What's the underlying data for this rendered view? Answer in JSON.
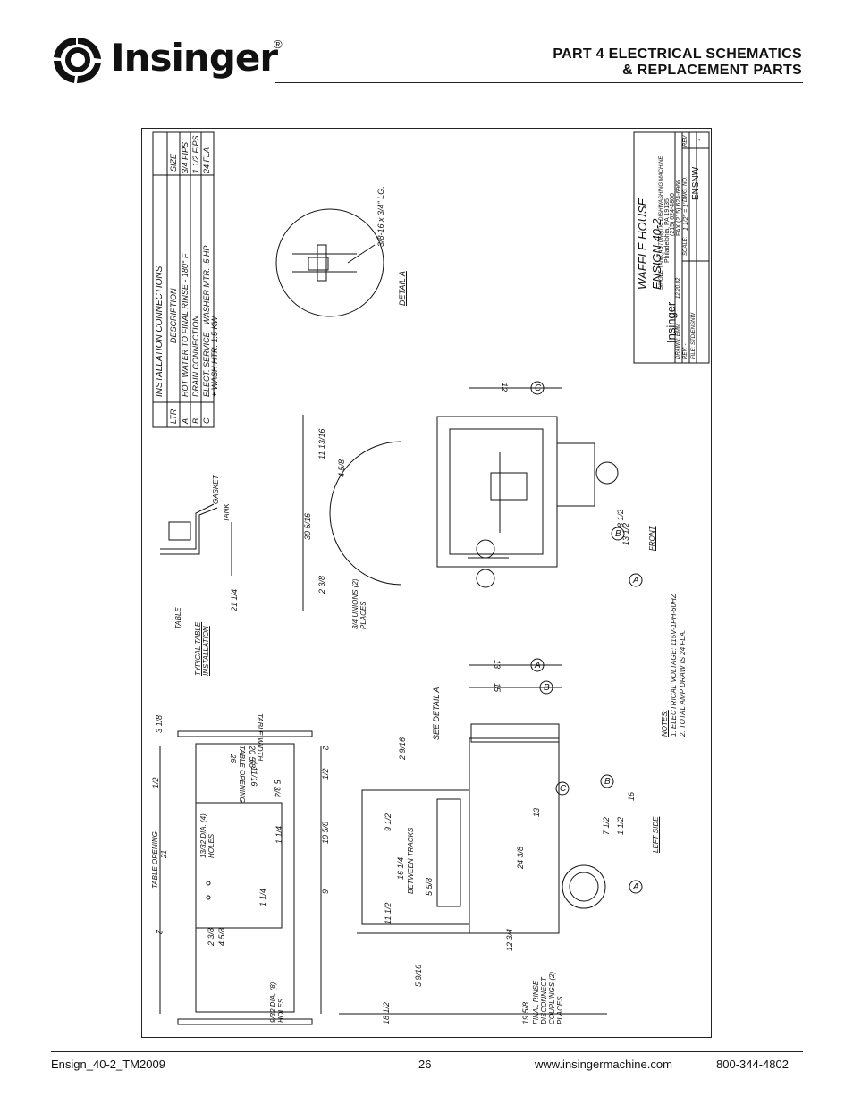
{
  "brand": {
    "name": "Insinger",
    "registered": "®"
  },
  "header": {
    "line1": "PART 4   ELECTRICAL SCHEMATICS",
    "line2": "& REPLACEMENT PARTS"
  },
  "connections": {
    "title": "INSTALLATION CONNECTIONS",
    "col_ltr": "LTR",
    "col_desc": "DESCRIPTION",
    "col_size": "SIZE",
    "rows": [
      {
        "ltr": "A",
        "desc": "HOT WATER TO FINAL RINSE - 180° F",
        "size": "3/4 FIPS"
      },
      {
        "ltr": "B",
        "desc": "DRAIN CONNECTION",
        "size": "1 1/2 FIPS"
      },
      {
        "ltr": "C",
        "desc": "ELECT. SERVICE - WASHER MTR. .5 HP",
        "size": "24 FLA"
      },
      {
        "ltr": "",
        "desc": "+ WASH HTR. 1.5 KW",
        "size": ""
      }
    ]
  },
  "title_block": {
    "customer": "WAFFLE HOUSE",
    "model": "ENSIGN 40-2",
    "subtitle": "SINGLE TANK AUTOMATIC DISHWASHING MACHINE",
    "city": "Philadelphia, PA 19135",
    "phone": "(215) 624-4800",
    "fax": "FAX (215) 624-6966",
    "logo_word": "Insinger",
    "drawn": "DRAWN: EMM",
    "date": "12.20.02",
    "scale_label": "SCALE:",
    "scale": "1 1/2\" = 1'",
    "dwg_no_label": "DWG. NO.",
    "dwg_no": "ENSNW",
    "rev_label": "REV",
    "rev_value": "-",
    "rev_row": "REV:   -",
    "file": "FILE: STD/ENSNW"
  },
  "detail_a": {
    "label": "DETAIL A",
    "bolt": "3/8-16 x 3/4\" LG."
  },
  "front_view": {
    "label": "FRONT",
    "dims": [
      "30 5/16",
      "11 13/16",
      "4 5/8",
      "2 3/8",
      "12",
      "8 1/2",
      "13 1/2",
      "13",
      "15"
    ],
    "unions": "3/4 UNIONS (2) PLACES"
  },
  "table_install": {
    "label": "TYPICAL TABLE INSTALLATION",
    "table": "TABLE",
    "tank": "TANK",
    "gasket": "GASKET",
    "dim": "21 1/4"
  },
  "notes": {
    "title": "NOTES:",
    "items": [
      "1. ELECTRICAL VOLTAGE: 115V-1PH-60HZ",
      "2. TOTAL AMP DRAW IS 24 FLA."
    ]
  },
  "left_side": {
    "label": "LEFT SIDE",
    "see_detail": "SEE DETAIL A",
    "between_tracks": "BETWEEN TRACKS",
    "final_rinse": "FINAL RINSE DISCONNECT COUPLINGS (2) PLACES",
    "dims": [
      "2 9/16",
      "9 1/2",
      "16 1/4",
      "11 1/2",
      "5 5/8",
      "12 3/4",
      "24 3/8",
      "13",
      "7 1/2",
      "1 1/2",
      "16",
      "18 1/2",
      "19 5/8",
      "5 9/16"
    ]
  },
  "table_opening": {
    "width_label": "TABLE WIDTH",
    "opening_label": "TABLE OPENING",
    "opening_val": "26",
    "opening_side": "TABLE OPENING",
    "opening_side_val": "21",
    "holes_small": "13/32 DIA. (4) HOLES",
    "holes_large": "9/32 DIA. (8) HOLES",
    "dims": [
      "3 1/8",
      "20 5/8",
      "4 11/16",
      "5 3/4",
      "2",
      "1/2",
      "1/2",
      "10 5/8",
      "9",
      "2",
      "1 1/4",
      "1 1/4",
      "2 3/8",
      "4 5/8"
    ]
  },
  "circle_letters": [
    "A",
    "B",
    "C"
  ],
  "footer": {
    "left": "Ensign_40-2_TM2009",
    "page": "26",
    "site": "www.insingermachine.com",
    "phone": "800-344-4802"
  }
}
